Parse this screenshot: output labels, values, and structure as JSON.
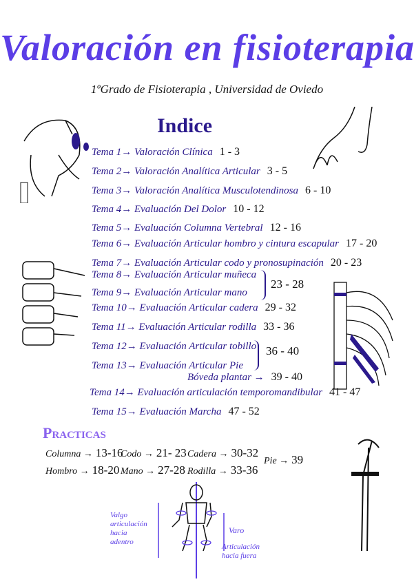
{
  "title": "Valoración en fisioterapia",
  "subtitle": "1ºGrado de Fisioterapia , Universidad de Oviedo",
  "index_heading": "Indice",
  "topics": [
    {
      "label": "Tema 1→ Valoración Clínica",
      "pages": "1 - 3"
    },
    {
      "label": "Tema 2→ Valoración Analítica Articular",
      "pages": "3 - 5"
    },
    {
      "label": "Tema 3→ Valoración Analítica Musculotendinosa",
      "pages": "6 - 10"
    },
    {
      "label": "Tema 4→ Evaluación Del Dolor",
      "pages": "10 - 12"
    },
    {
      "label": "Tema 5→ Evaluación Columna Vertebral",
      "pages": "12 - 16"
    },
    {
      "label": "Tema 6→ Evaluación Articular hombro y cintura escapular",
      "pages": "17 - 20"
    },
    {
      "label": "Tema 7→ Evaluación Articular codo y pronosupinación",
      "pages": "20 - 23"
    },
    {
      "label": "Tema 8→ Evaluación Articular muñeca",
      "pages": ""
    },
    {
      "label": "Tema 9→ Evaluación Articular mano",
      "pages": ""
    },
    {
      "label": "Tema 10→ Evaluación Articular cadera",
      "pages": "29 - 32"
    },
    {
      "label": "Tema 11→ Evaluación Articular rodilla",
      "pages": "33 - 36"
    },
    {
      "label": "Tema 12→ Evaluación Articular tobillo",
      "pages": ""
    },
    {
      "label": "Tema 13→ Evaluación Articular Pie",
      "pages": ""
    },
    {
      "label": "Bóveda plantar →",
      "pages": "39 - 40"
    },
    {
      "label": "Tema 14→ Evaluación articulación temporomandibular",
      "pages": "41 - 47"
    },
    {
      "label": "Tema 15→ Evaluación Marcha",
      "pages": "47 - 52"
    }
  ],
  "groups": [
    {
      "pages": "23 - 28"
    },
    {
      "pages": "36 - 40"
    }
  ],
  "practicas": {
    "heading": "Practicas",
    "items": [
      {
        "label": "Columna →",
        "pages": "13-16"
      },
      {
        "label": "Codo →",
        "pages": "21- 23"
      },
      {
        "label": "Cadera →",
        "pages": "30-32"
      },
      {
        "label": "Hombro →",
        "pages": "18-20"
      },
      {
        "label": "Mano →",
        "pages": "27-28"
      },
      {
        "label": "Rodilla →",
        "pages": "33-36"
      },
      {
        "label": "Pie →",
        "pages": "39"
      }
    ]
  },
  "annotations": {
    "valgo": "Valgo articulación hacia adentro",
    "varo": "Varo",
    "varo_desc": "Articulación hacia fuera"
  },
  "colors": {
    "title": "#5b3ee6",
    "ink": "#2b1a8c",
    "heading": "#8a63ee",
    "numbers": "#111111"
  }
}
